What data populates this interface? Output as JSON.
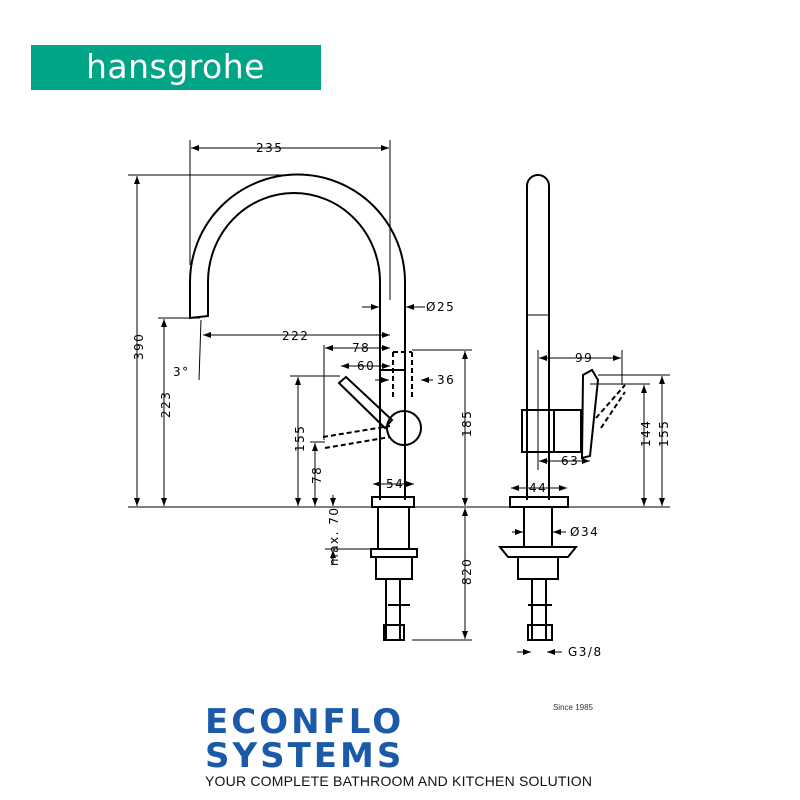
{
  "logo": {
    "text": "hansgrohe",
    "color": "#00a587"
  },
  "dimensions": {
    "d235": "235",
    "d390": "390",
    "d223": "223",
    "d222": "222",
    "d25": "Ø25",
    "d78a": "78",
    "d60": "60",
    "d36": "36",
    "d155a": "155",
    "d78b": "78",
    "d185": "185",
    "d54": "54",
    "angle": "3°",
    "max70": "max. 70",
    "d820": "820",
    "d99": "99",
    "d144": "144",
    "d155b": "155",
    "d63": "63",
    "d44": "44",
    "d34": "Ø34",
    "g38": "G3/8"
  },
  "footer": {
    "brand": "ECONFLO SYSTEMS",
    "since": "Since 1985",
    "tagline": "YOUR COMPLETE BATHROOM AND KITCHEN SOLUTION",
    "color": "#1a5aa8"
  }
}
